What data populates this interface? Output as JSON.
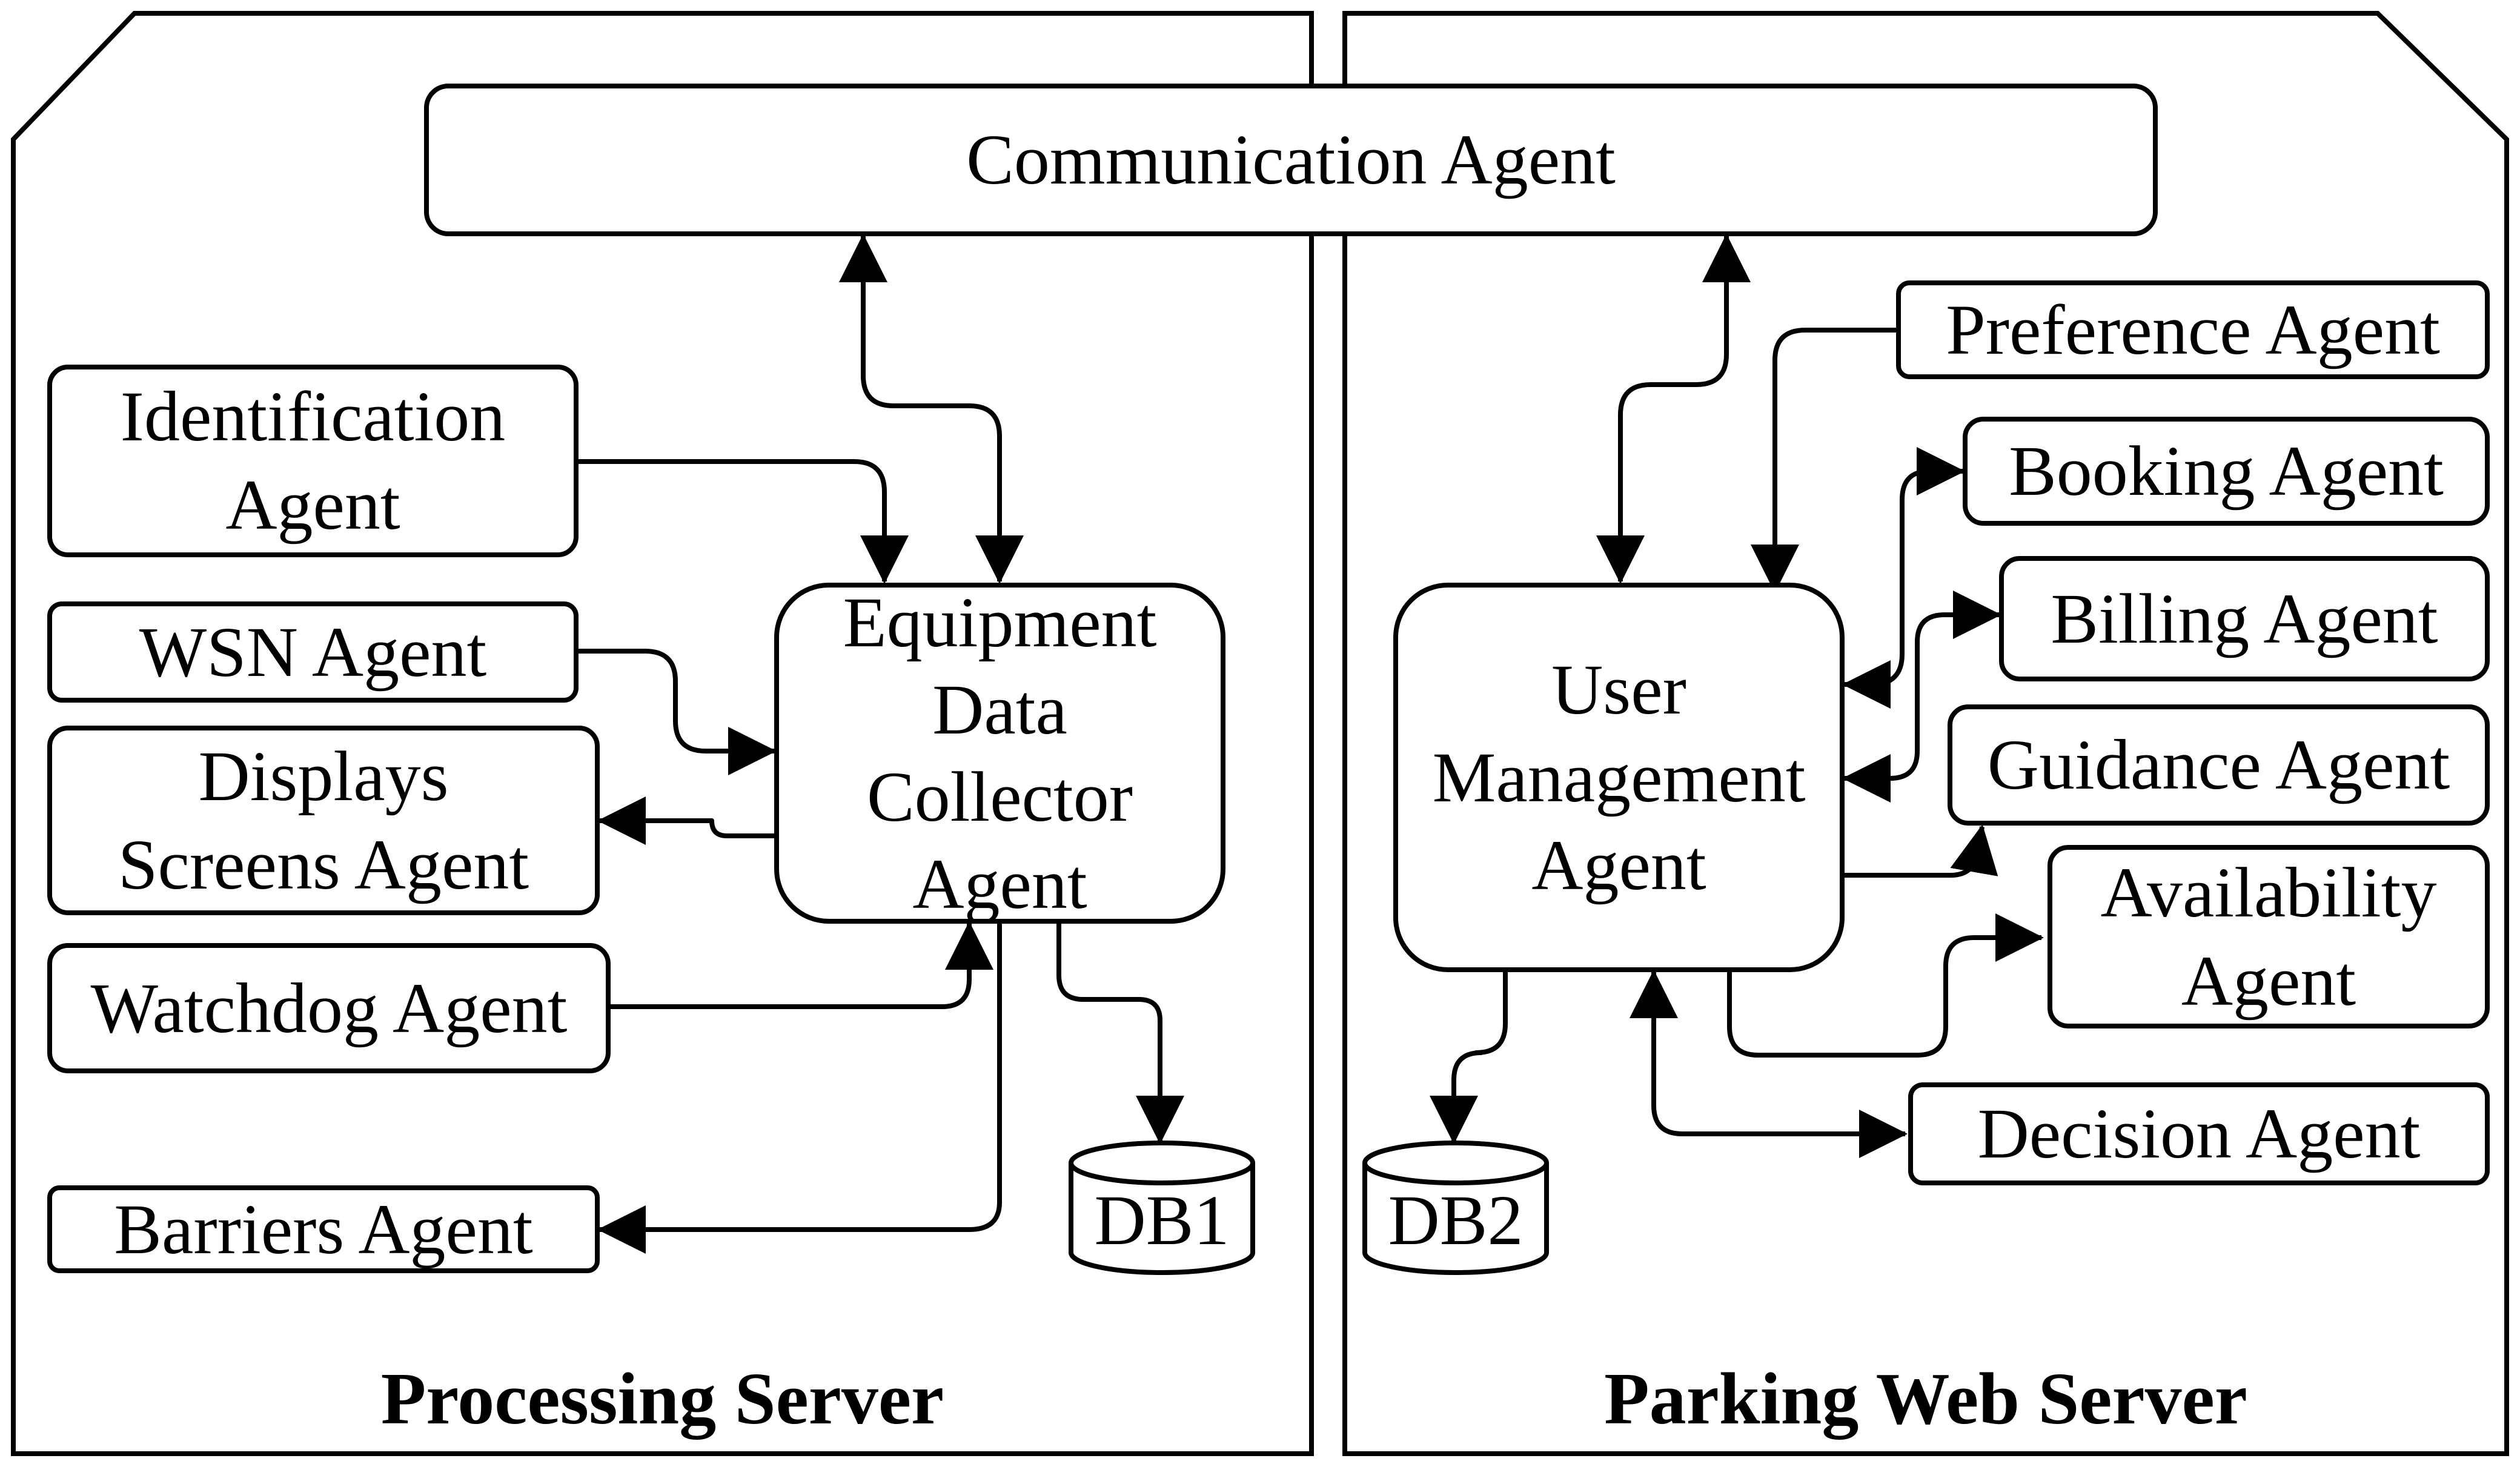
{
  "servers": {
    "processing": {
      "label": "Processing Server"
    },
    "web": {
      "label": "Parking Web Server"
    }
  },
  "agents": {
    "communication": {
      "lines": [
        "Communication Agent"
      ]
    },
    "identification": {
      "lines": [
        "Identification",
        "Agent"
      ]
    },
    "wsn": {
      "lines": [
        "WSN Agent"
      ]
    },
    "displays": {
      "lines": [
        "Displays",
        "Screens Agent"
      ]
    },
    "watchdog": {
      "lines": [
        "Watchdog Agent"
      ]
    },
    "barriers": {
      "lines": [
        "Barriers Agent"
      ]
    },
    "equipment": {
      "lines": [
        "Equipment",
        "Data",
        "Collector",
        "Agent"
      ]
    },
    "user_management": {
      "lines": [
        "User",
        "Management",
        "Agent"
      ]
    },
    "preference": {
      "lines": [
        "Preference Agent"
      ]
    },
    "booking": {
      "lines": [
        "Booking Agent"
      ]
    },
    "billing": {
      "lines": [
        "Billing Agent"
      ]
    },
    "guidance": {
      "lines": [
        "Guidance Agent"
      ]
    },
    "availability": {
      "lines": [
        "Availability",
        "Agent"
      ]
    },
    "decision": {
      "lines": [
        "Decision Agent"
      ]
    }
  },
  "databases": {
    "db1": {
      "label": "DB1"
    },
    "db2": {
      "label": "DB2"
    }
  },
  "colors": {
    "stroke": "#000000",
    "background": "#ffffff"
  }
}
